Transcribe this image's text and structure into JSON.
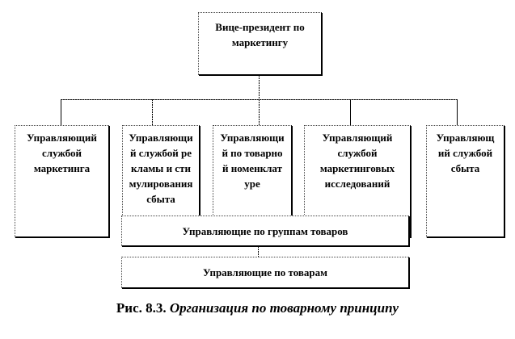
{
  "top": "Вице-президент по маркетингу",
  "managers": [
    "Управляющий службой маркетинга",
    "Управляющий службой рекламы и стимулирования сбыта",
    "Управляющий по товарной номенклатуре",
    "Управляющий службой маркетинговых исследований",
    "Управляющий службой сбыта"
  ],
  "groups": "Управляющие по группам товаров",
  "products": "Управляющие по товарам",
  "caption": {
    "prefix": "Рис. 8.3.",
    "title": "Организация по товарному принципу"
  }
}
